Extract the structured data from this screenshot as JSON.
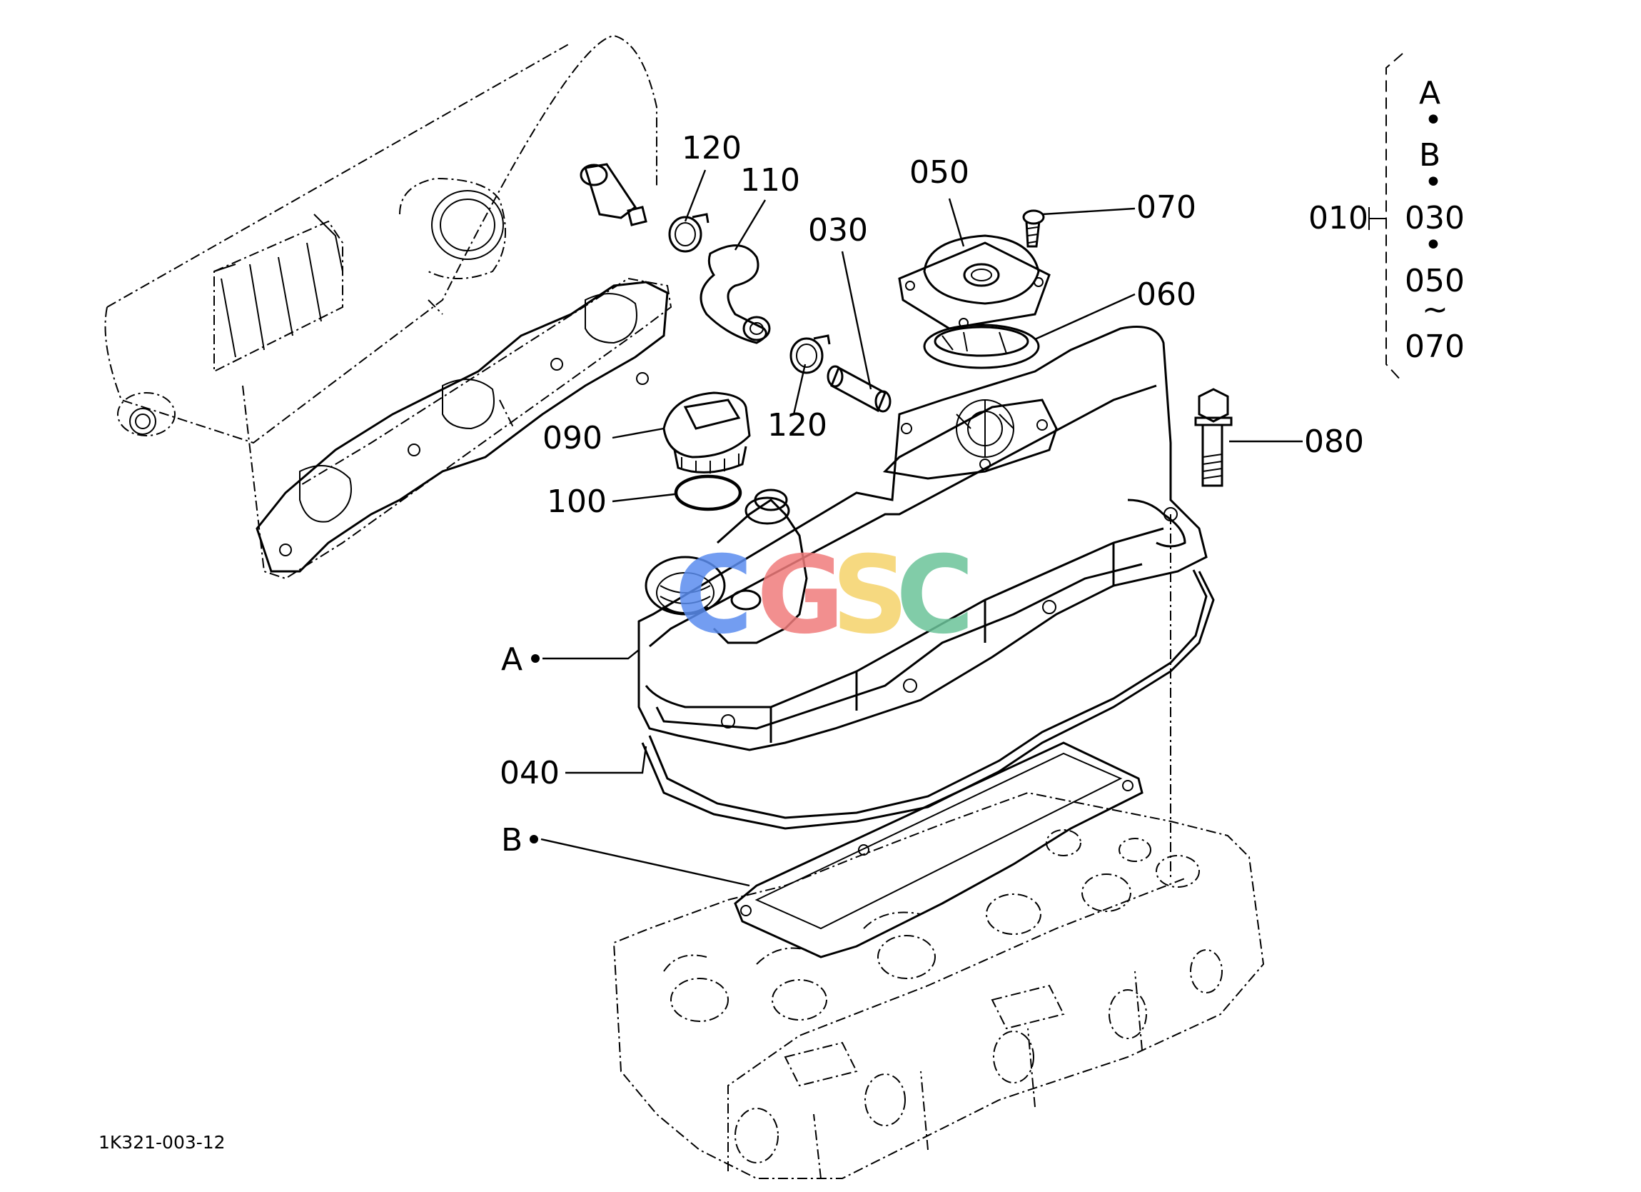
{
  "callouts": {
    "c010": "010",
    "c030": "030",
    "c040": "040",
    "c050": "050",
    "c060": "060",
    "c070": "070",
    "c080": "080",
    "c090": "090",
    "c100": "100",
    "c110": "110",
    "c120a": "120",
    "c120b": "120",
    "ref_a": "A",
    "ref_b": "B"
  },
  "assembly_key": {
    "parent": "010",
    "items": [
      "A",
      "B",
      "030",
      "050",
      "070"
    ],
    "separators": [
      "•",
      "•",
      "•",
      "~"
    ]
  },
  "drawing_number": "1K321-003-12",
  "watermark": {
    "letters": [
      "C",
      "G",
      "S",
      "C"
    ],
    "colors": [
      "#5b8def",
      "#f07c7c",
      "#f5d36b",
      "#6cc49a"
    ]
  }
}
